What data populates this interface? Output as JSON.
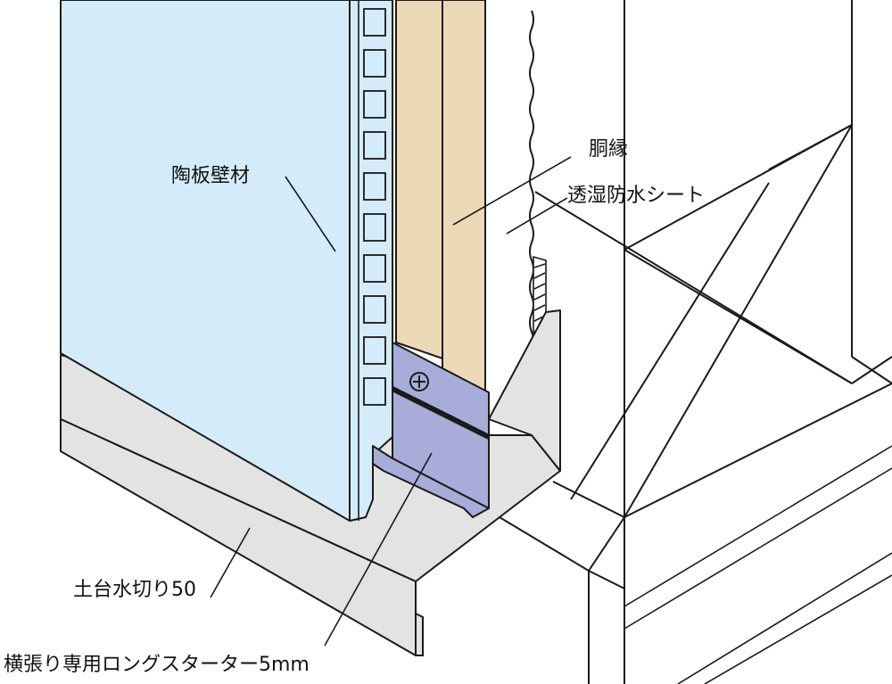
{
  "labels": {
    "ceramic_panel": "陶板壁材",
    "furring_strip": "胴縁",
    "membrane": "透湿防水シート",
    "sill_flashing": "土台水切り50",
    "starter": "横張り専用ロングスターター5mm"
  },
  "colors": {
    "panel": "#d4ecf9",
    "furring": "#ecd9b7",
    "starter": "#a7acd9",
    "flashing": "#e3e3e3",
    "line": "#1a1a1a"
  }
}
